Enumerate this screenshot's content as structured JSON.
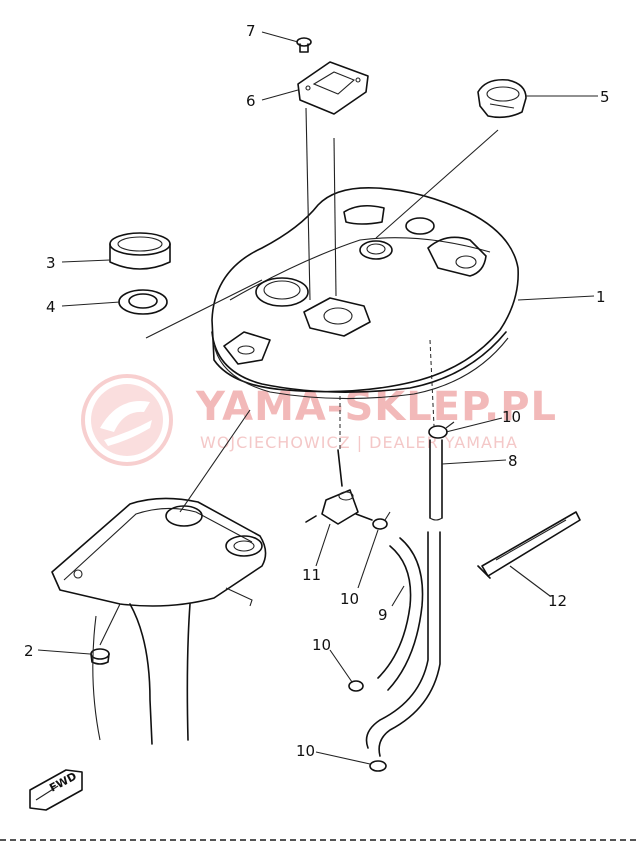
{
  "watermark": {
    "brand": "YAMA-SKLEP.PL",
    "subtitle": "WOJCIECHOWICZ | DEALER YAMAHA"
  },
  "direction_marker": "FWD",
  "callouts": [
    {
      "num": "1"
    },
    {
      "num": "2"
    },
    {
      "num": "3"
    },
    {
      "num": "4"
    },
    {
      "num": "5"
    },
    {
      "num": "6"
    },
    {
      "num": "7"
    },
    {
      "num": "8"
    },
    {
      "num": "9"
    },
    {
      "num": "10"
    },
    {
      "num": "10"
    },
    {
      "num": "10"
    },
    {
      "num": "10"
    },
    {
      "num": "11"
    },
    {
      "num": "12"
    }
  ],
  "colors": {
    "line": "#111111",
    "watermark": "#f2b9b9",
    "background": "#ffffff"
  }
}
